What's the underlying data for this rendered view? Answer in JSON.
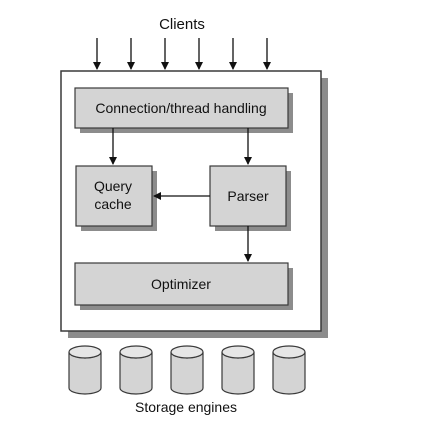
{
  "top_label": "Clients",
  "bottom_label": "Storage engines",
  "boxes": {
    "connection": "Connection/thread handling",
    "query_cache_line1": "Query",
    "query_cache_line2": "cache",
    "parser": "Parser",
    "optimizer": "Optimizer"
  },
  "client_arrow_count": 6,
  "storage_engine_count": 5,
  "colors": {
    "box_fill": "#d4d4d4",
    "box_stroke": "#3a3a3a",
    "container_fill": "#ffffff",
    "shadow": "#8c8c8c",
    "arrow": "#111111"
  }
}
